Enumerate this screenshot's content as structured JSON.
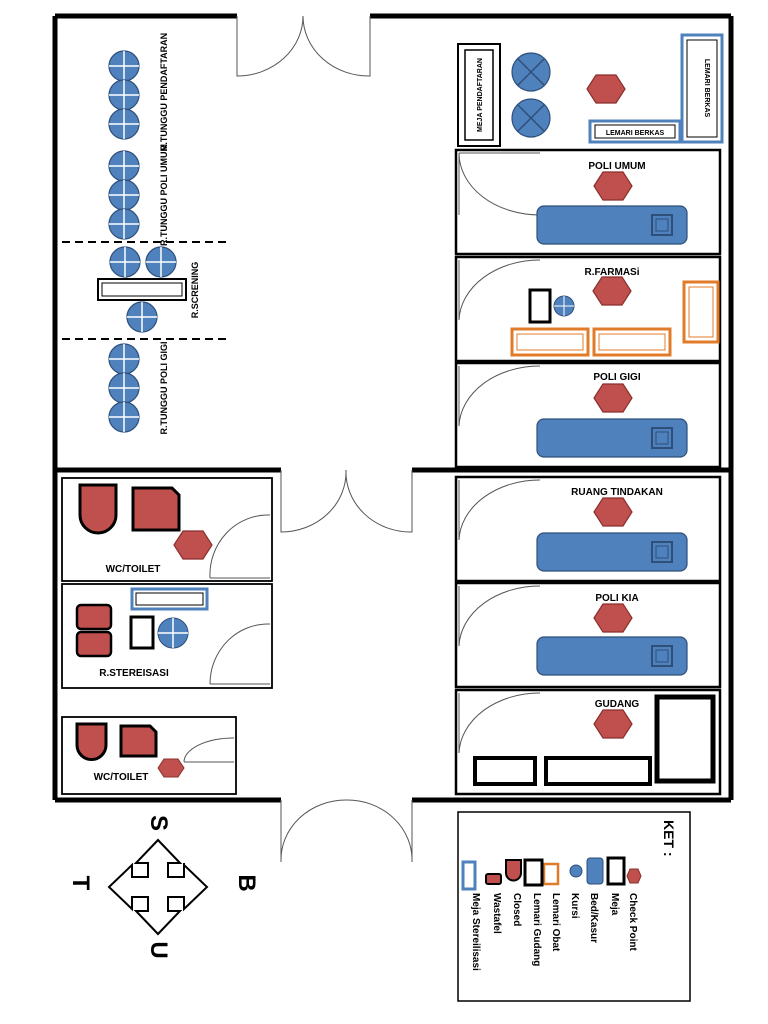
{
  "rooms": {
    "r_tunggu_pendaftaran": "R.TUNGGU PENDAFTARAN",
    "r_tunggu_poli_umum": "R.TUNGGU POLI UMUM",
    "r_screening": "R.SCRENING",
    "r_tunggu_poli_gigi": "R.TUNGGU POLI GIGI",
    "poli_umum": "POLI UMUM",
    "r_farmasi": "R.FARMASi",
    "poli_gigi": "POLI GIGI",
    "ruang_tindakan": "RUANG TINDAKAN",
    "poli_kia": "POLI KIA",
    "gudang": "GUDANG",
    "wc_toilet_1": "WC/TOILET",
    "r_stereisasi": "R.STEREISASI",
    "wc_toilet_2": "WC/TOILET"
  },
  "furniture": {
    "meja_pendaftaran": "MEJA PENDAFTARAN",
    "lemari_berkas_vertical": "LEMARI BERKAS",
    "lemari_berkas_horizontal": "LEMARI BERKAS"
  },
  "compass": {
    "north": "U",
    "south": "S",
    "east": "T",
    "west": "B"
  },
  "legend": {
    "title": "KET :",
    "items": [
      "Check Point",
      "Meja",
      "Bed/Kasur",
      "Kursi",
      "Lemari Obat",
      "Lemari Gudang",
      "Closed",
      "Wastafel",
      "Meja Stereilisasi"
    ]
  },
  "colors": {
    "chair": "#4f81bd",
    "bed": "#4f81bd",
    "checkpoint": "#c0504d",
    "medicine_cabinet": "#e07b2a",
    "wall": "#000000"
  }
}
